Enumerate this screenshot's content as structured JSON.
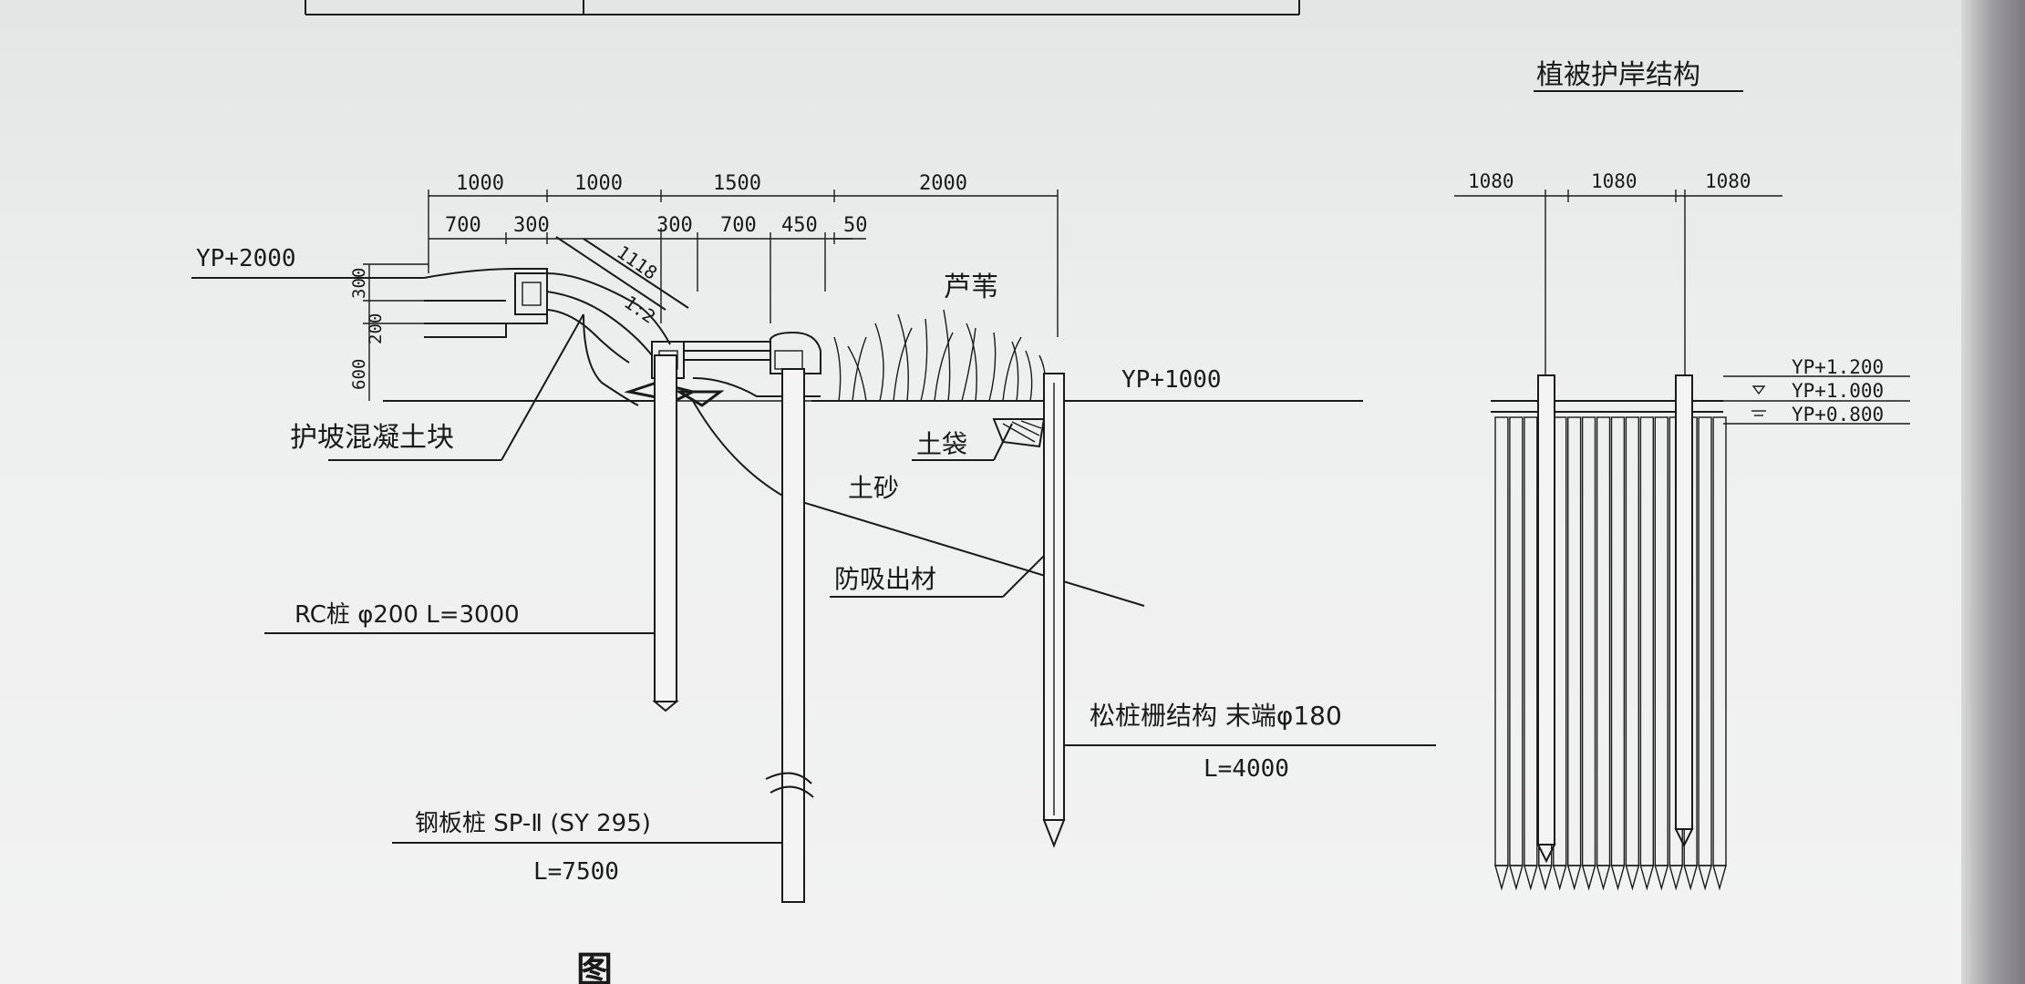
{
  "title_right": "植被护岸结构",
  "labels": {
    "yp2000": "YP+2000",
    "yp1000": "YP+1000",
    "reed": "芦苇",
    "slope_block": "护坡混凝土块",
    "soil_bag": "土袋",
    "soil_sand": "土砂",
    "anti_suction": "防吸出材",
    "rc_pile": "RC桩 φ200  L=3000",
    "pine_fence": "松桩栅结构 末端φ180",
    "pine_length": "L=4000",
    "steel_pile": "钢板桩 SP-Ⅱ (SY 295)",
    "steel_length": "L=7500",
    "slope_len": "1118",
    "slope_ratio": "1:2"
  },
  "dims_top": [
    "1000",
    "1000",
    "1500",
    "2000"
  ],
  "dims_sub": [
    "700",
    "300",
    "300",
    "700",
    "450",
    "50"
  ],
  "dims_vert": [
    "300",
    "200",
    "600"
  ],
  "right_dims": [
    "1080",
    "1080",
    "1080"
  ],
  "right_levels": [
    "YP+1.200",
    "YP+1.000",
    "YP+0.800"
  ],
  "caption": "图"
}
